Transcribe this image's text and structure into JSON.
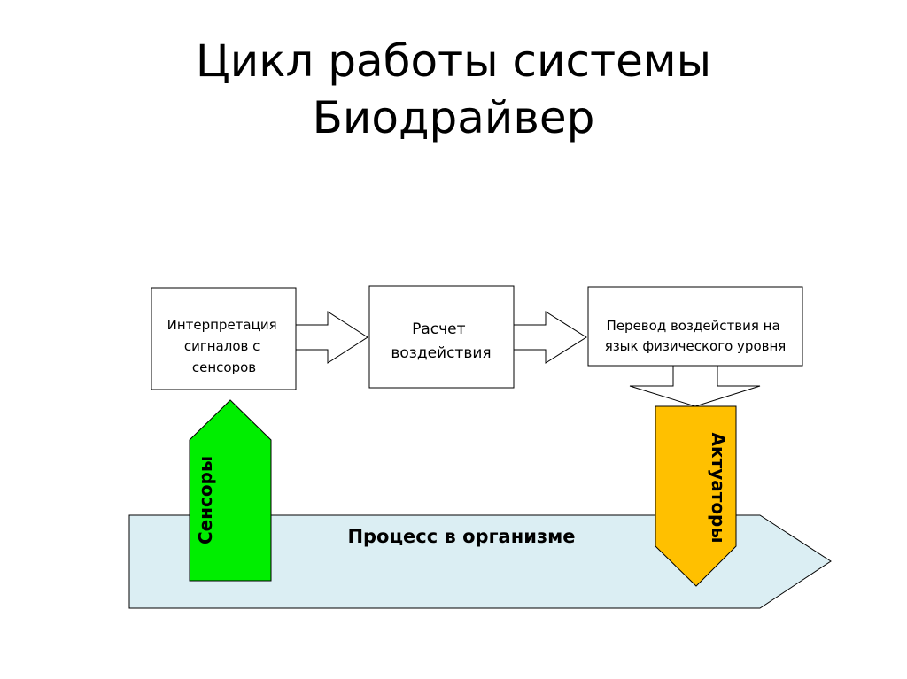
{
  "slide": {
    "title_line1": "Цикл работы системы",
    "title_line2": "Биодрайвер"
  },
  "diagram": {
    "boxes": [
      {
        "id": "interpretation",
        "lines": [
          "Интерпретация",
          "сигналов с",
          "сенсоров"
        ]
      },
      {
        "id": "calculation",
        "lines": [
          "Расчет",
          "воздействия"
        ]
      },
      {
        "id": "translation",
        "lines": [
          "Перевод воздействия на",
          "язык физического уровня"
        ]
      }
    ],
    "process_label": "Процесс в организме",
    "sensors_label": "Сенсоры",
    "actuators_label": "Актуаторы",
    "colors": {
      "sensors_fill": "#00ee00",
      "actuators_fill": "#ffc000",
      "process_fill": "#dbeef3",
      "stroke": "#000000"
    }
  }
}
